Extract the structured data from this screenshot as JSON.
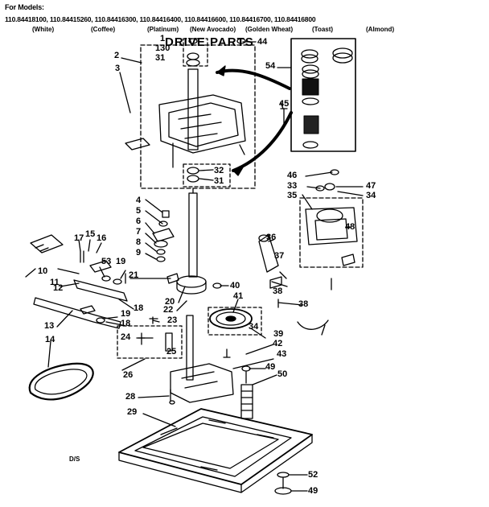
{
  "header": {
    "for_models_label": "For Models:",
    "model_numbers": "110.84418100, 110.84415260, 110.84416300, 110.84416400, 110.84416600, 110.84416700, 110.84416800",
    "colors": [
      "(White)",
      "(Coffee)",
      "(Platinum)",
      "(New Avocado)",
      "(Golden Wheat)",
      "(Toast)",
      "(Almond)"
    ]
  },
  "title": "DRIVE PARTS",
  "callouts": [
    "1",
    "130",
    "31",
    "44",
    "2",
    "3",
    "54",
    "45",
    "32",
    "31",
    "46",
    "33",
    "35",
    "47",
    "34",
    "4",
    "5",
    "6",
    "7",
    "8",
    "9",
    "48",
    "15",
    "17",
    "16",
    "36",
    "10",
    "11",
    "53",
    "19",
    "37",
    "12",
    "21",
    "40",
    "38",
    "38",
    "41",
    "20",
    "22",
    "18",
    "19",
    "18",
    "23",
    "34",
    "39",
    "13",
    "24",
    "25",
    "42",
    "14",
    "43",
    "26",
    "49",
    "50",
    "28",
    "29",
    "52",
    "49"
  ],
  "footer_code": "D/S"
}
